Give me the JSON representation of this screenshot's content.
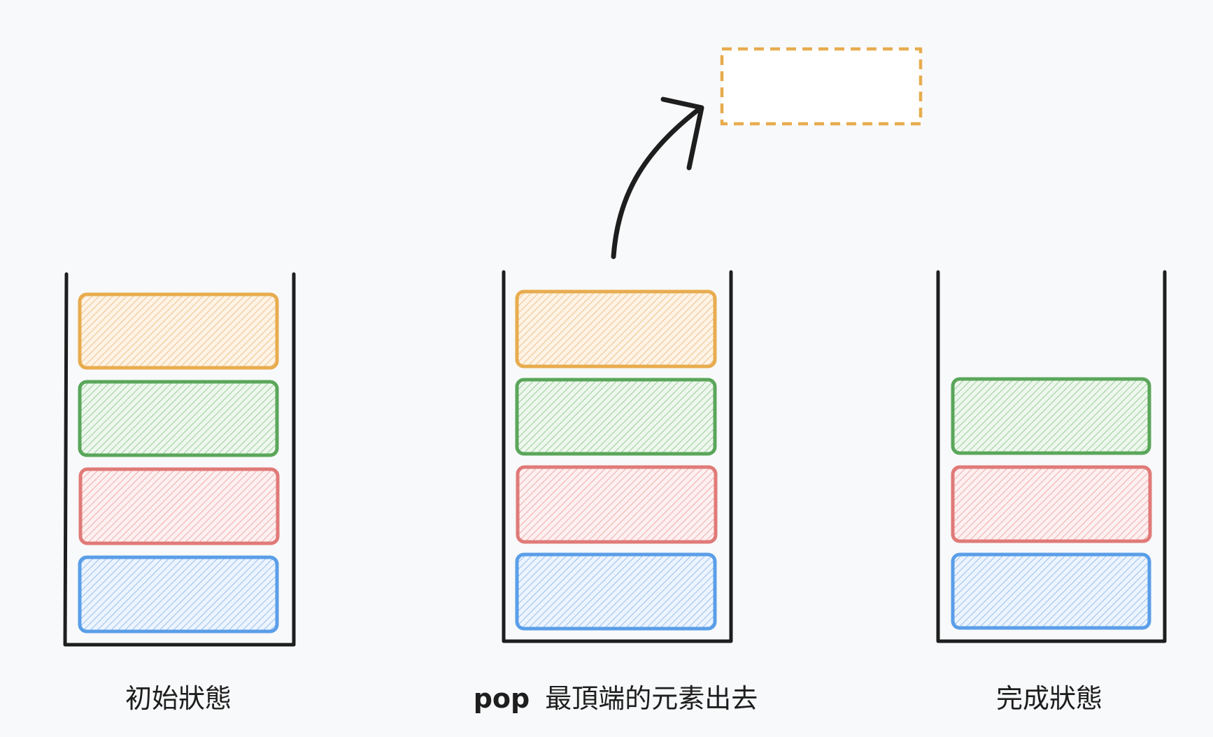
{
  "colors": {
    "background": "#f8f9fa",
    "outline": "#1e1e1e",
    "orange": "#e8ac4e",
    "green": "#5aa65a",
    "red": "#e07a78",
    "blue": "#5a9ee8"
  },
  "stacks": [
    {
      "name": "initial",
      "caption": "初始狀態",
      "items": [
        "orange",
        "green",
        "red",
        "blue"
      ]
    },
    {
      "name": "pop",
      "caption_command": "pop",
      "caption_text": "最頂端的元素出去",
      "items": [
        "orange",
        "green",
        "red",
        "blue"
      ]
    },
    {
      "name": "final",
      "caption": "完成狀態",
      "items": [
        "green",
        "red",
        "blue"
      ]
    }
  ],
  "popped_slot": {
    "color": "orange",
    "style": "dashed"
  },
  "icons": {
    "arrow": "curved-arrow-icon"
  }
}
